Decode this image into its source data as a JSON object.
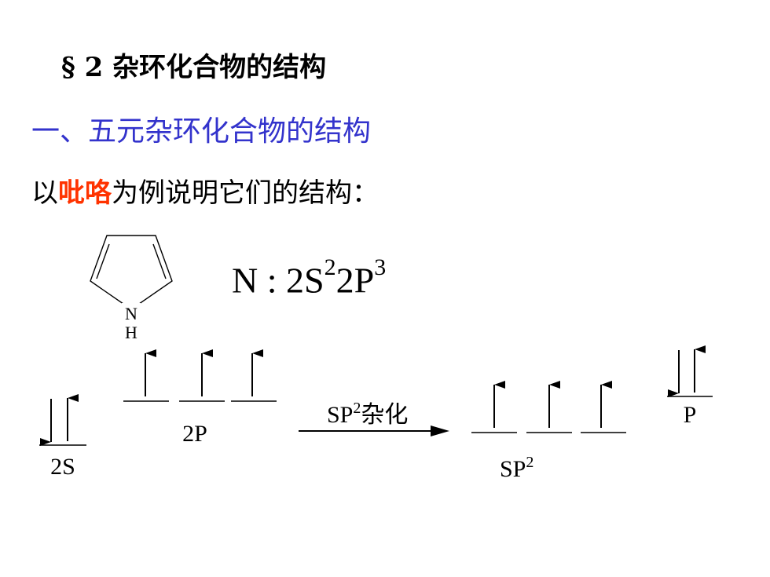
{
  "title": "§ 2 杂环化合物的结构",
  "subtitle": "一、五元杂环化合物的结构",
  "intro": {
    "before": "以",
    "highlight": "吡咯",
    "after": "为例说明它们的结构："
  },
  "molecule": {
    "atom": "N",
    "hydrogen": "H"
  },
  "config": {
    "prefix": "N : ",
    "s_label": "2S",
    "s_sup": "2",
    "p_label": "2P",
    "p_sup": "3"
  },
  "levels": {
    "s_label": "2S",
    "p_label": "2P",
    "arrow_label_main": "SP",
    "arrow_label_sup": "2",
    "arrow_label_suffix": "杂化",
    "hybrid_label_main": "SP",
    "hybrid_label_sup": "2",
    "p_orbital_label": "P"
  },
  "colors": {
    "title": "#000000",
    "subtitle": "#3333cc",
    "highlight": "#ff3300",
    "text": "#000000"
  }
}
